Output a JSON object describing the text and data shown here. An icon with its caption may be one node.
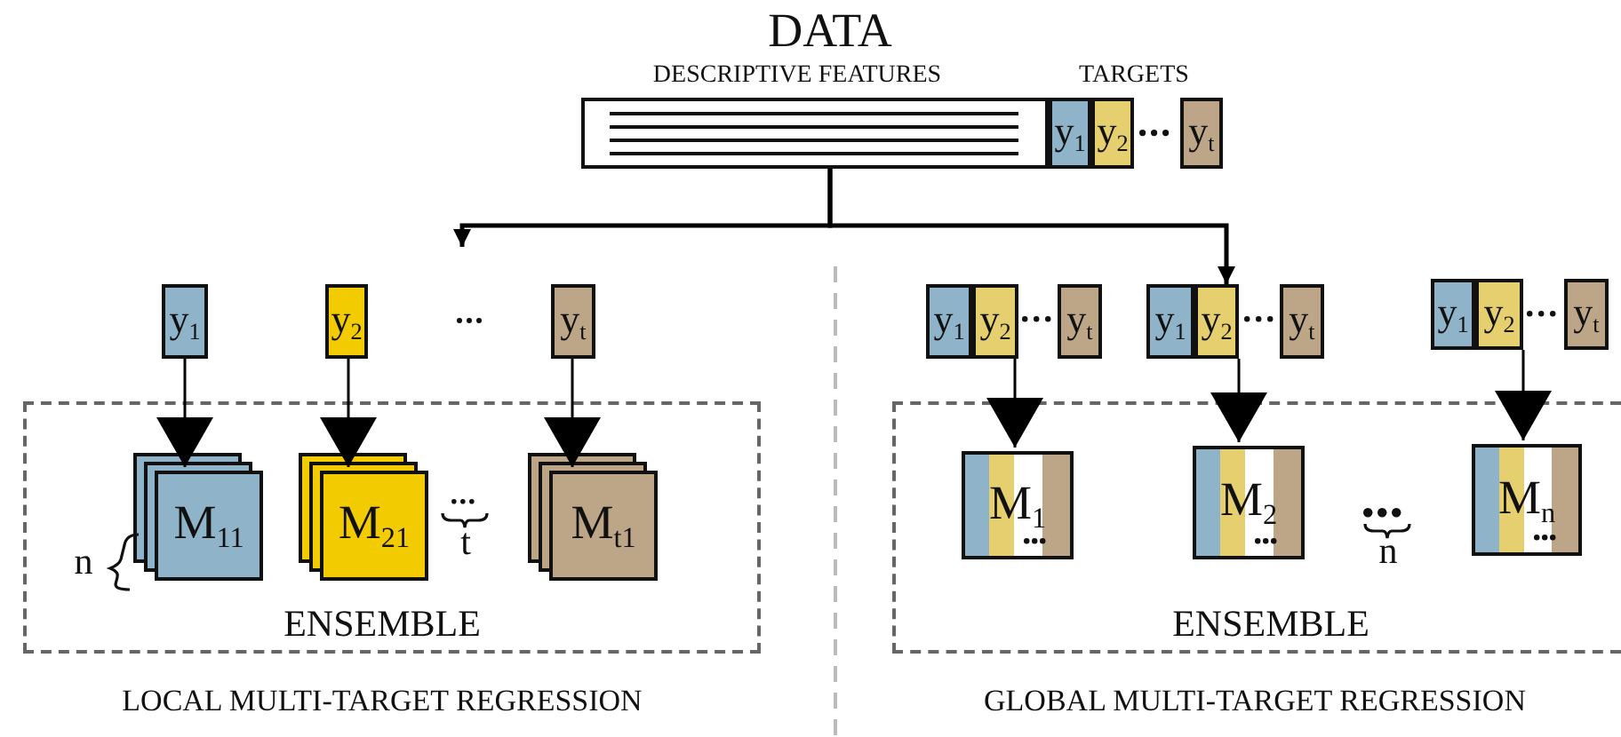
{
  "diagram": {
    "title": "DATA",
    "nodes": [
      {
        "text": [],
        "shape": "box",
        "beside": [
          "DESCRIPTIVE FEATURES"
        ]
      },
      {
        "text": [
          "y$_{1}$"
        ]
      },
      {
        "text": [
          "y$_{2}$"
        ]
      },
      {
        "text": [
          "y$_{t}$"
        ]
      },
      {
        "text": [
          "y$_{1}$"
        ]
      },
      {
        "text": [
          "y$_{2}$"
        ]
      },
      {
        "text": [
          "y$_{t}$"
        ]
      },
      {
        "text": [
          "ENSEMBLE"
        ]
      },
      {
        "text": [
          "M$_{11}$"
        ],
        "in": 7
      },
      {
        "text": [
          "M$_{21}$"
        ],
        "in": 7
      },
      {
        "text": [
          "M$_{t1}$"
        ],
        "in": 7
      },
      {
        "text": [
          "y$_{1}$"
        ]
      },
      {
        "text": [
          "y$_{2}$"
        ]
      },
      {
        "text": [
          "y$_{t}$"
        ]
      },
      {
        "text": [
          "y$_{1}$"
        ]
      },
      {
        "text": [
          "y$_{2}$"
        ]
      },
      {
        "text": [
          "y$_{t}$"
        ]
      },
      {
        "text": [
          "y$_{1}$"
        ]
      },
      {
        "text": [
          "y$_{2}$"
        ]
      },
      {
        "text": [
          "y$_{t}$"
        ]
      },
      {
        "text": [
          "ENSEMBLE"
        ]
      },
      {
        "text": [
          "M$_{1}$"
        ],
        "in": 20
      },
      {
        "text": [
          "M$_{2}$"
        ],
        "in": 20
      },
      {
        "text": [
          "M$_{n}$"
        ],
        "in": 20
      }
    ],
    "edges": [
      {
        "from": 0,
        "to": null,
        "arrow": "to"
      },
      {
        "from": 0,
        "to": 15,
        "arrow": "to"
      },
      {
        "from": 4,
        "to": 8,
        "arrow": "to"
      },
      {
        "from": 5,
        "to": 9,
        "arrow": "to"
      },
      {
        "from": 6,
        "to": 10,
        "arrow": "to"
      },
      {
        "from": 12,
        "to": 21,
        "arrow": "to"
      },
      {
        "from": 15,
        "to": 22,
        "arrow": "to"
      },
      {
        "from": 18,
        "to": 23,
        "arrow": "to"
      }
    ],
    "labels": [
      "TARGETS",
      "n",
      "t",
      "n",
      "LOCAL MULTI-TARGET REGRESSION",
      "GLOBAL MULTI-TARGET REGRESSION"
    ]
  }
}
